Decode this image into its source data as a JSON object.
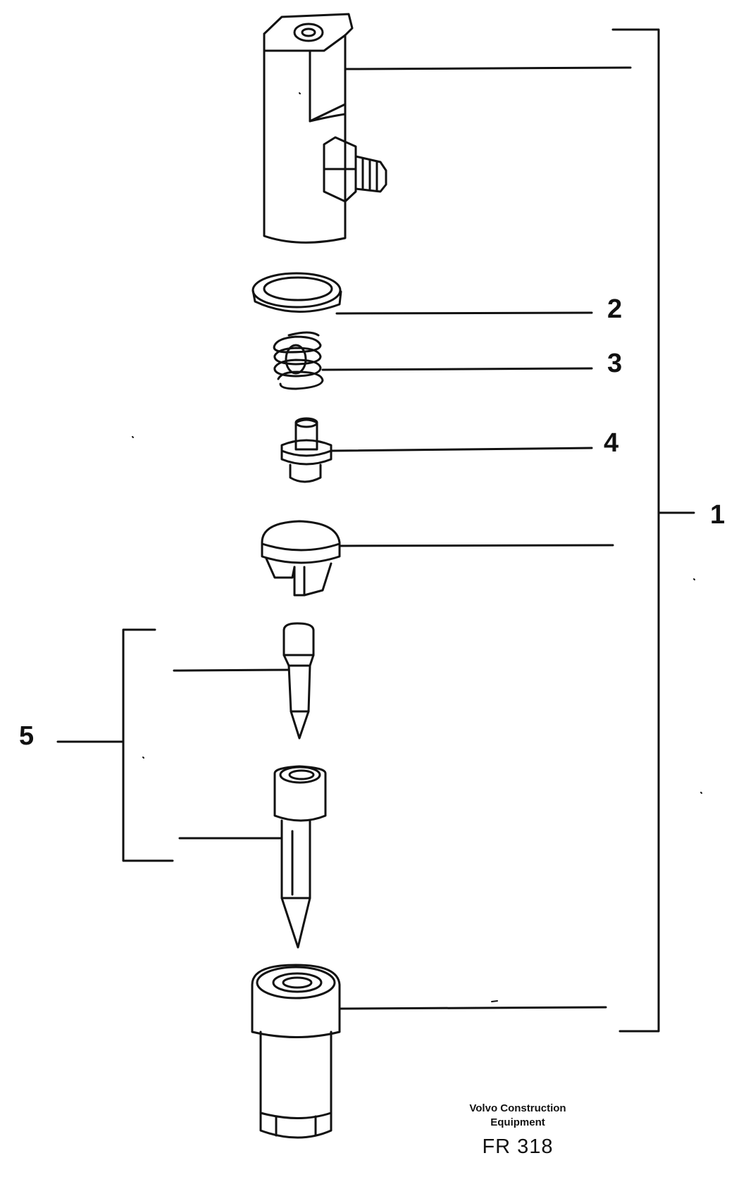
{
  "callouts": {
    "item1": "1",
    "item2": "2",
    "item3": "3",
    "item4": "4",
    "item5": "5"
  },
  "footer": {
    "company_line1": "Volvo Construction",
    "company_line2": "Equipment",
    "figure_code": "FR 318"
  },
  "colors": {
    "line": "#111111",
    "background": "#ffffff"
  }
}
